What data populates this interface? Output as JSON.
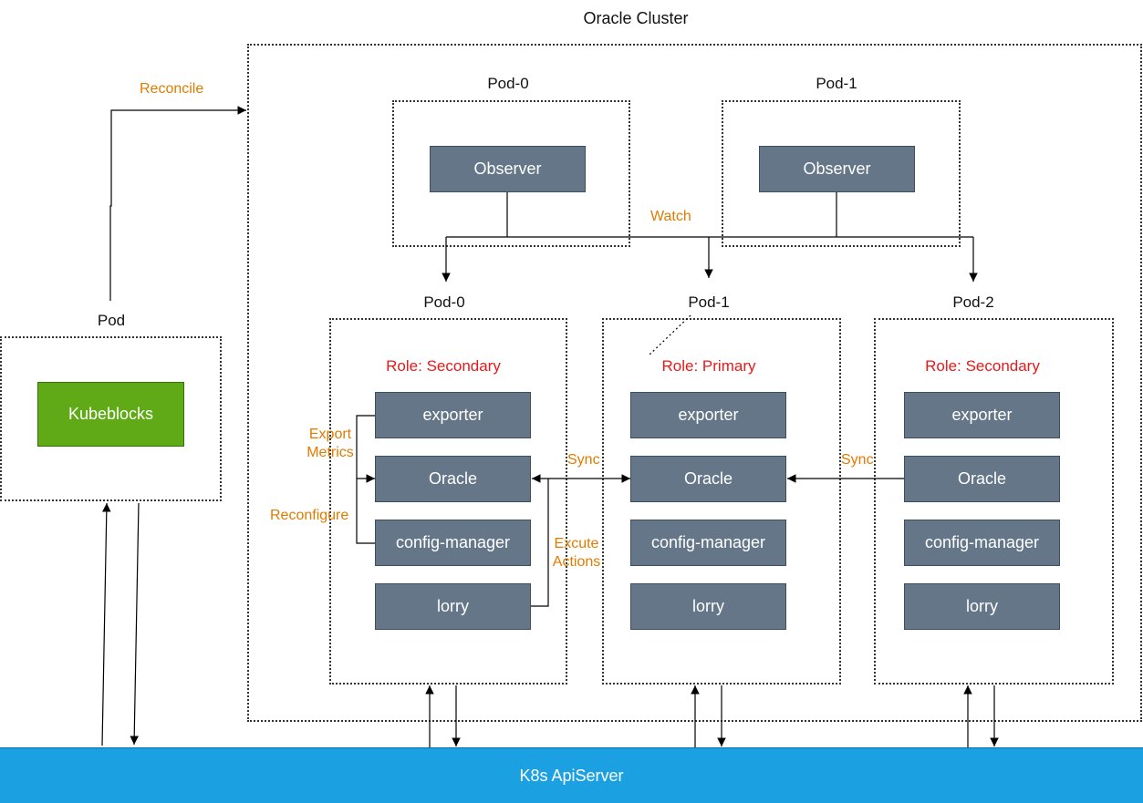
{
  "cluster": {
    "title": "Oracle Cluster"
  },
  "reconcile_label": "Reconcile",
  "watch_label": "Watch",
  "sync_label_1": "Sync",
  "sync_label_2": "Sync",
  "export_metrics_label": "Export\nMetrics",
  "reconfigure_label": "Reconfigure",
  "execute_actions_label": "Excute\nActions",
  "observer_pods": [
    {
      "title": "Pod-0",
      "observer": "Observer"
    },
    {
      "title": "Pod-1",
      "observer": "Observer"
    }
  ],
  "db_pods": [
    {
      "title": "Pod-0",
      "role": "Role: Secondary",
      "containers": [
        "exporter",
        "Oracle",
        "config-manager",
        "lorry"
      ]
    },
    {
      "title": "Pod-1",
      "role": "Role: Primary",
      "containers": [
        "exporter",
        "Oracle",
        "config-manager",
        "lorry"
      ]
    },
    {
      "title": "Pod-2",
      "role": "Role: Secondary",
      "containers": [
        "exporter",
        "Oracle",
        "config-manager",
        "lorry"
      ]
    }
  ],
  "kubeblocks_pod": {
    "title": "Pod",
    "name": "Kubeblocks"
  },
  "apiserver": {
    "label": "K8s ApiServer"
  },
  "colors": {
    "container": "#647687",
    "kubeblocks": "#60a917",
    "apiserver": "#1ba1e2",
    "annotation": "#e07b00",
    "role": "#e8191b"
  }
}
